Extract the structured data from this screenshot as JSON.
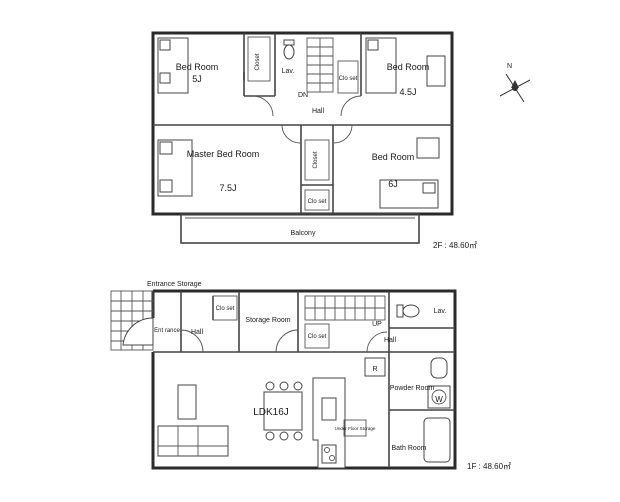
{
  "floor2": {
    "area": "2F : 48.60㎡",
    "rooms": {
      "bed_room_nw": {
        "name": "Bed Room",
        "size": "5J"
      },
      "bed_room_ne": {
        "name": "Bed Room",
        "size": "4.5J"
      },
      "master_bed_room": {
        "name": "Master Bed Room",
        "size": "7.5J"
      },
      "bed_room_se": {
        "name": "Bed Room",
        "size": "6J"
      },
      "closet_left": "Closet",
      "closet_mid": "Closet",
      "closet_small_top": "Clo set",
      "closet_small_bottom": "Clo set",
      "lav": "Lav.",
      "dn": "DN",
      "hall": "Hall",
      "balcony": "Balcony"
    }
  },
  "floor1": {
    "area": "1F : 48.60㎡",
    "rooms": {
      "entrance_storage": "Entrance Storage",
      "entrance": "Ent rance",
      "hall_left": "Hall",
      "closet_a": "Clo set",
      "storage_room": "Storage Room",
      "closet_b": "Clo set",
      "up": "UP",
      "hall_right": "Hall",
      "lav": "Lav.",
      "ldk": "LDK16J",
      "under_floor_storage": "Under Floor Storage",
      "powder_room": "Powder Room",
      "washer": "W",
      "bath_room": "Bath Room",
      "r_mark": "R"
    }
  },
  "compass": {
    "north_label": "N"
  },
  "colors": {
    "wall": "#2a2a2a",
    "line": "#444444",
    "background": "#ffffff"
  }
}
